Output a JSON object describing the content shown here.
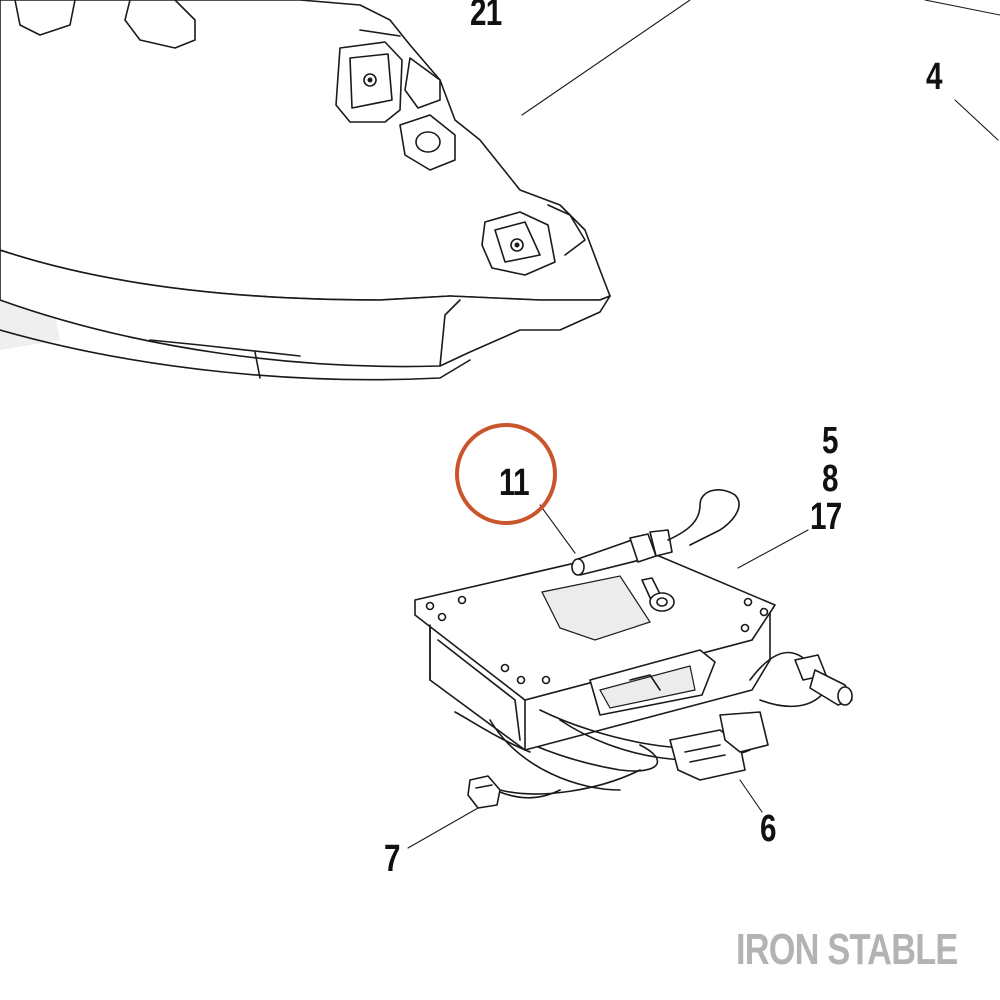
{
  "diagram": {
    "callouts": [
      {
        "id": "c21",
        "label": "21"
      },
      {
        "id": "c4",
        "label": "4"
      },
      {
        "id": "c11",
        "label": "11"
      },
      {
        "id": "c5",
        "label": "5"
      },
      {
        "id": "c8",
        "label": "8"
      },
      {
        "id": "c17",
        "label": "17"
      },
      {
        "id": "c6",
        "label": "6"
      },
      {
        "id": "c7",
        "label": "7"
      }
    ],
    "highlight": {
      "target": "11",
      "color": "#c8552b"
    },
    "watermark": "IRON STABLE"
  }
}
